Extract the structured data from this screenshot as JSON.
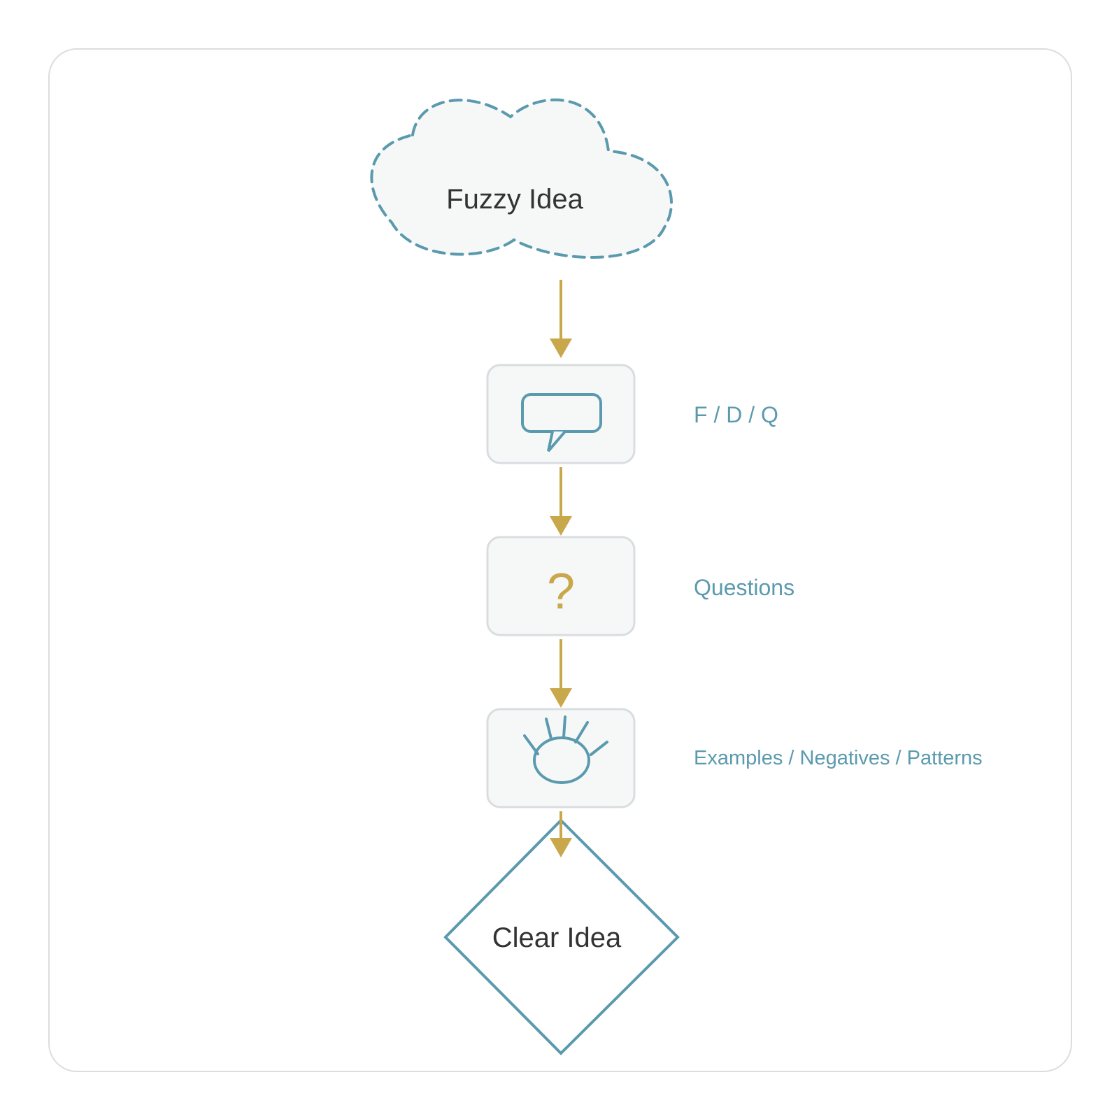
{
  "colors": {
    "teal": "#5b9aae",
    "gold": "#c9a84c",
    "box_fill": "#f6f8f8",
    "box_stroke": "#d9dde0",
    "frame_stroke": "#dddddd",
    "text": "#333333"
  },
  "nodes": {
    "start": {
      "label": "Fuzzy Idea",
      "shape": "dashed-cloud"
    },
    "step1": {
      "icon": "speech-bubble-icon",
      "label": "F / D / Q"
    },
    "step2": {
      "icon": "question-mark-icon",
      "glyph": "?",
      "label": "Questions"
    },
    "step3": {
      "icon": "eye-with-lashes-icon",
      "label": "Examples / Negatives / Patterns"
    },
    "end": {
      "label": "Clear Idea",
      "shape": "diamond"
    }
  }
}
